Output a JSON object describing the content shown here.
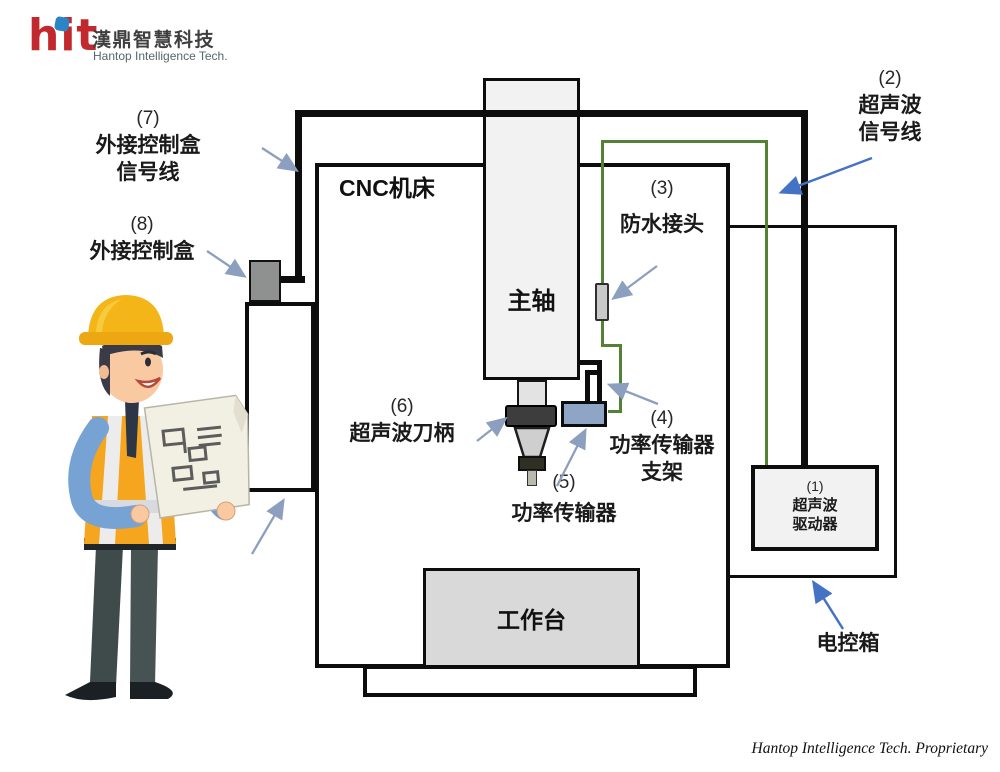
{
  "logo": {
    "brand": "hit",
    "company_cn": "漢鼎智慧科技",
    "company_en": "Hantop Intelligence Tech."
  },
  "footer": {
    "proprietary": "Hantop Intelligence Tech. Proprietary"
  },
  "diagram": {
    "cnc_label": "CNC机床",
    "spindle_label": "主轴",
    "worktable_label": "工作台",
    "electrical_cabinet_label": "电控箱",
    "callouts": {
      "c1": {
        "num": "(1)",
        "line1": "超声波",
        "line2": "驱动器"
      },
      "c2": {
        "num": "(2)",
        "line1": "超声波",
        "line2": "信号线"
      },
      "c3": {
        "num": "(3)",
        "line1": "防水接头"
      },
      "c4": {
        "num": "(4)",
        "line1": "功率传输器",
        "line2": "支架"
      },
      "c5": {
        "num": "(5)",
        "line1": "功率传输器"
      },
      "c6": {
        "num": "(6)",
        "line1": "超声波刀柄"
      },
      "c7": {
        "num": "(7)",
        "line1": "外接控制盒",
        "line2": "信号线"
      },
      "c8": {
        "num": "(8)",
        "line1": "外接控制盒"
      }
    },
    "colors": {
      "signal_line_green": "#538135",
      "cable_black": "#0d0d0d",
      "arrow_light_blue": "#8d9fbe",
      "arrow_blue": "#4472c4",
      "transmitter_blue": "#8fa5c5"
    }
  }
}
